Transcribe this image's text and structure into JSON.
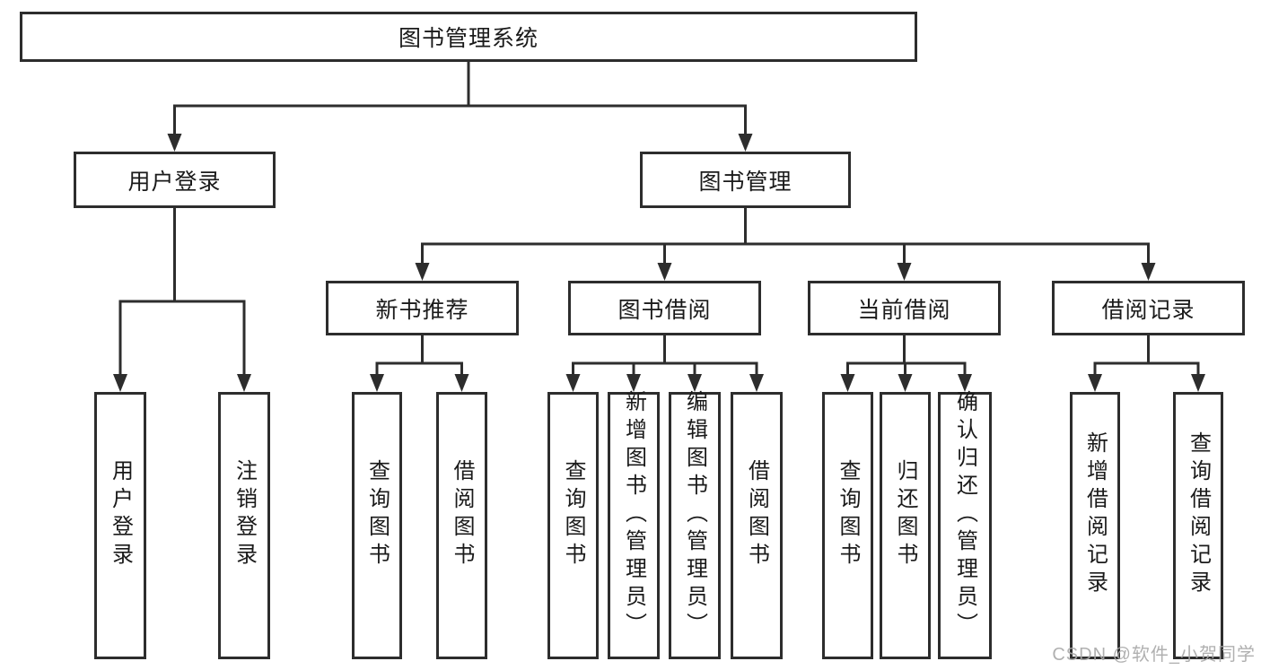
{
  "diagram": {
    "title": "图书管理系统",
    "watermark": "CSDN @软件_小贺同学"
  },
  "colors": {
    "line": "#2d2d2d",
    "text": "#1a1a1a",
    "background": "#ffffff",
    "watermark": "#a8a8a8"
  },
  "nodes": [
    {
      "id": "root",
      "label": "图书管理系统",
      "parent": null
    },
    {
      "id": "user-login",
      "label": "用户登录",
      "parent": "root"
    },
    {
      "id": "book-management",
      "label": "图书管理",
      "parent": "root"
    },
    {
      "id": "new-book-recommend",
      "label": "新书推荐",
      "parent": "book-management"
    },
    {
      "id": "book-borrow",
      "label": "图书借阅",
      "parent": "book-management"
    },
    {
      "id": "current-borrow",
      "label": "当前借阅",
      "parent": "book-management"
    },
    {
      "id": "borrow-record",
      "label": "借阅记录",
      "parent": "book-management"
    },
    {
      "id": "ul-user-login",
      "label": "用户登录",
      "parent": "user-login"
    },
    {
      "id": "ul-logout",
      "label": "注销登录",
      "parent": "user-login"
    },
    {
      "id": "nbr-query-book",
      "label": "查询图书",
      "parent": "new-book-recommend"
    },
    {
      "id": "nbr-borrow-book",
      "label": "借阅图书",
      "parent": "new-book-recommend"
    },
    {
      "id": "bb-query-book",
      "label": "查询图书",
      "parent": "book-borrow"
    },
    {
      "id": "bb-add-book-admin",
      "label": "新增图书（管理员）",
      "parent": "book-borrow"
    },
    {
      "id": "bb-edit-book-admin",
      "label": "编辑图书（管理员）",
      "parent": "book-borrow"
    },
    {
      "id": "bb-borrow-book",
      "label": "借阅图书",
      "parent": "book-borrow"
    },
    {
      "id": "cb-query-book",
      "label": "查询图书",
      "parent": "current-borrow"
    },
    {
      "id": "cb-return-book",
      "label": "归还图书",
      "parent": "current-borrow"
    },
    {
      "id": "cb-confirm-return-admin",
      "label": "确认归还（管理员）",
      "parent": "current-borrow"
    },
    {
      "id": "br-add-record",
      "label": "新增借阅记录",
      "parent": "borrow-record"
    },
    {
      "id": "br-query-record",
      "label": "查询借阅记录",
      "parent": "borrow-record"
    }
  ]
}
